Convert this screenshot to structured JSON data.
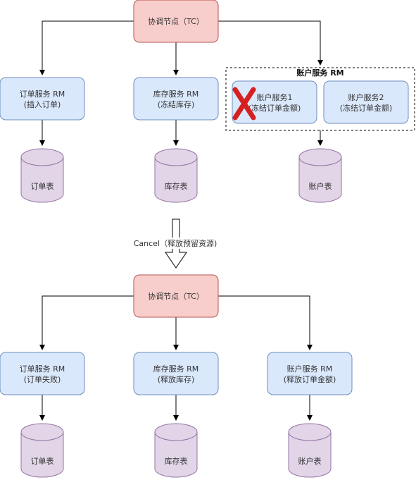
{
  "colors": {
    "tc_fill": "#f8cecc",
    "tc_stroke": "#b85450",
    "rm_fill": "#dae8fc",
    "rm_stroke": "#6c8ebf",
    "db_fill": "#e1d5e7",
    "db_stroke": "#9673a6",
    "fail_mark": "#d62020"
  },
  "top": {
    "tc": "协调节点（TC）",
    "order_rm": [
      "订单服务 RM",
      "(插入订单)"
    ],
    "stock_rm": [
      "库存服务 RM",
      "(冻结库存)"
    ],
    "account_group_title": "账户服务 RM",
    "account_rm1": [
      "账户服务1",
      "(冻结订单金额)"
    ],
    "account_rm2": [
      "账户服务2",
      "(冻结订单金额)"
    ],
    "order_db": "订单表",
    "stock_db": "库存表",
    "account_db": "账户表"
  },
  "transition": {
    "label": "Cancel（释放预留资源)"
  },
  "bottom": {
    "tc": "协调节点（TC）",
    "order_rm": [
      "订单服务 RM",
      "(订单失败)"
    ],
    "stock_rm": [
      "库存服务 RM",
      "(释放库存)"
    ],
    "account_rm": [
      "账户服务 RM",
      "(释放订单金额)"
    ],
    "order_db": "订单表",
    "stock_db": "库存表",
    "account_db": "账户表"
  },
  "icons": {
    "failure": "failure-x-icon"
  }
}
